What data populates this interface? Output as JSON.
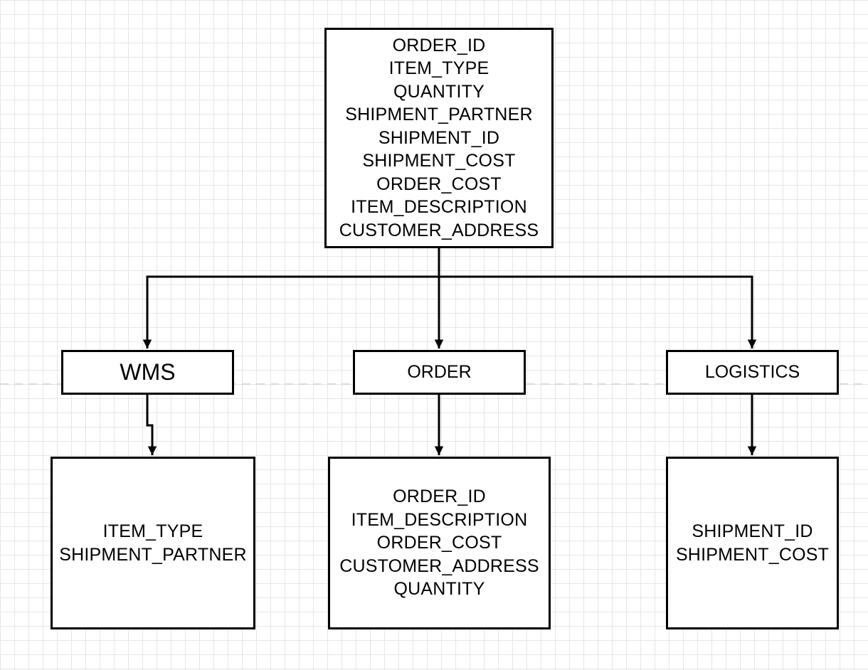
{
  "source_table": {
    "fields": [
      "ORDER_ID",
      "ITEM_TYPE",
      "QUANTITY",
      "SHIPMENT_PARTNER",
      "SHIPMENT_ID",
      "SHIPMENT_COST",
      "ORDER_COST",
      "ITEM_DESCRIPTION",
      "CUSTOMER_ADDRESS"
    ]
  },
  "systems": [
    {
      "name": "WMS",
      "fields": [
        "ITEM_TYPE",
        "SHIPMENT_PARTNER"
      ]
    },
    {
      "name": "ORDER",
      "fields": [
        "ORDER_ID",
        "ITEM_DESCRIPTION",
        "ORDER_COST",
        "CUSTOMER_ADDRESS",
        "QUANTITY"
      ]
    },
    {
      "name": "LOGISTICS",
      "fields": [
        "SHIPMENT_ID",
        "SHIPMENT_COST"
      ]
    }
  ],
  "colors": {
    "line": "#000000",
    "grid": "#e6e6e6",
    "page_divider": "#d9d9d9"
  }
}
